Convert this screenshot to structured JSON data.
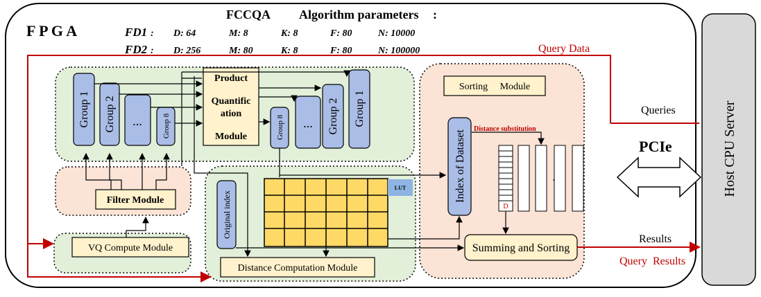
{
  "header": {
    "fpga_label": "F P G A",
    "title_left": "FCCQA",
    "title_right": "Algorithm parameters",
    "title_colon": ":",
    "fd1": {
      "name": "FD1",
      "colon": ":",
      "D": "D: 64",
      "M": "M: 8",
      "K": "K: 8",
      "F": "F: 80",
      "N": "N: 10000"
    },
    "fd2": {
      "name": "FD2",
      "colon": ":",
      "D": "D: 256",
      "M": "M: 80",
      "K": "K: 8",
      "F": "F: 80",
      "N": "N: 100000"
    }
  },
  "groups_left": [
    "Group 1",
    "Group 2",
    "...",
    "Group 8"
  ],
  "pq_module": [
    "Product",
    "Quantific",
    "ation",
    "Module"
  ],
  "groups_right": [
    "Group 8",
    "...",
    "Group 2",
    "Group 1"
  ],
  "filter_module": "Filter Module",
  "vq_module": "VQ Compute Module",
  "original_index": "Original index",
  "lut_label": "LUT",
  "distance_module": "Distance Computation Module",
  "sorting_module": "Sorting     Module",
  "index_of_dataset": "Index of Dataset",
  "distance_substitution": "Distance substitution",
  "d_marker": "D",
  "ellipsis": "...",
  "summing_sorting": "Summing and Sorting",
  "query_data": "Query Data",
  "queries": "Queries",
  "pcie": "PCIe",
  "results": "Results",
  "query_results": "Query  Results",
  "host": "Host  CPU  Server",
  "colors": {
    "red": "#c00000",
    "blue": "#a9bde6",
    "green": "#e2efd9",
    "peach": "#fbe3d6",
    "yellow": "#ffd966",
    "host": "#d9d9d9"
  }
}
